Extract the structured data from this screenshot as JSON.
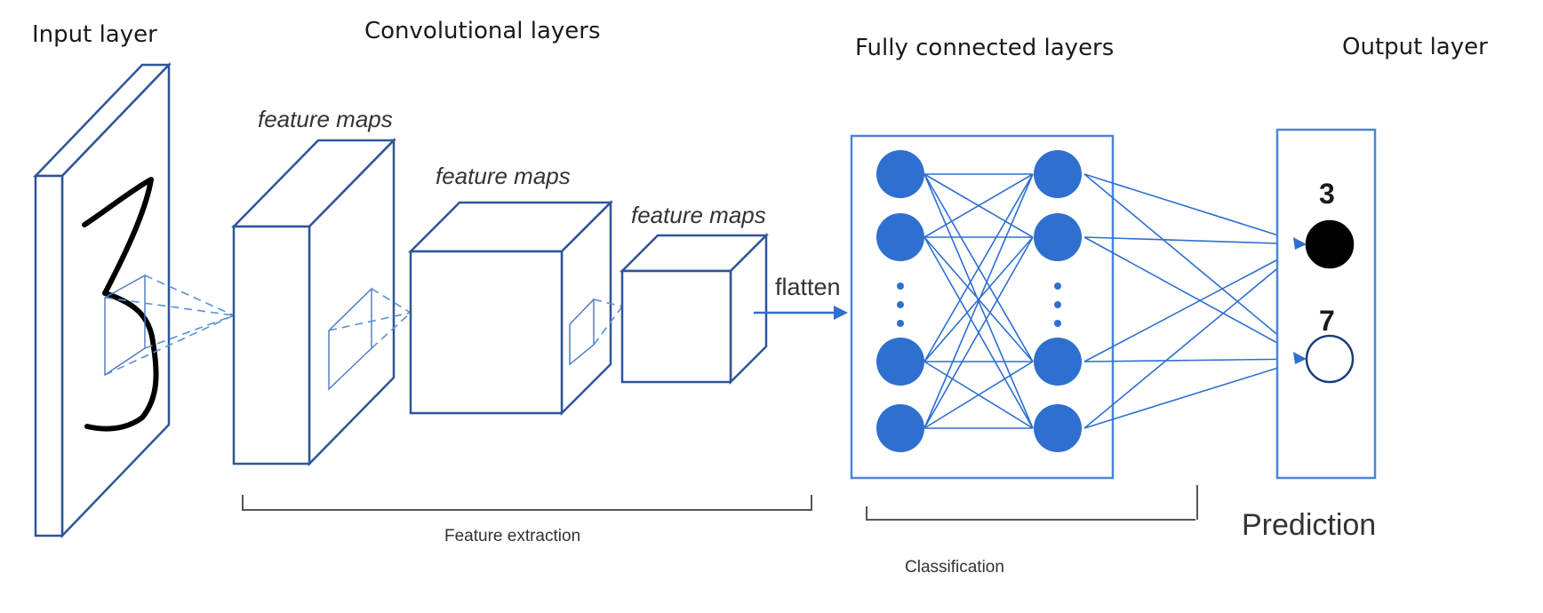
{
  "headers": {
    "input_layer": "Input layer",
    "conv_layers": "Convolutional layers",
    "fc_layers": "Fully connected layers",
    "output_layer": "Output layer"
  },
  "feature_maps": [
    "feature maps",
    "feature maps",
    "feature maps"
  ],
  "flatten_label": "flatten",
  "feature_extraction_label": "Feature extraction",
  "classification_label": "Classification",
  "prediction_label": "Prediction",
  "input_digit": "3",
  "outputs": [
    {
      "label": "3",
      "filled": true
    },
    {
      "label": "7",
      "filled": false
    }
  ],
  "ellipsis_dots": [
    "•",
    "•",
    "•",
    "•",
    "•",
    "•"
  ],
  "colors": {
    "layer_outline": "#2f5597",
    "node_fill": "#2e6fd0",
    "fc_box": "#4a86d8",
    "digit_stroke": "#000000"
  }
}
